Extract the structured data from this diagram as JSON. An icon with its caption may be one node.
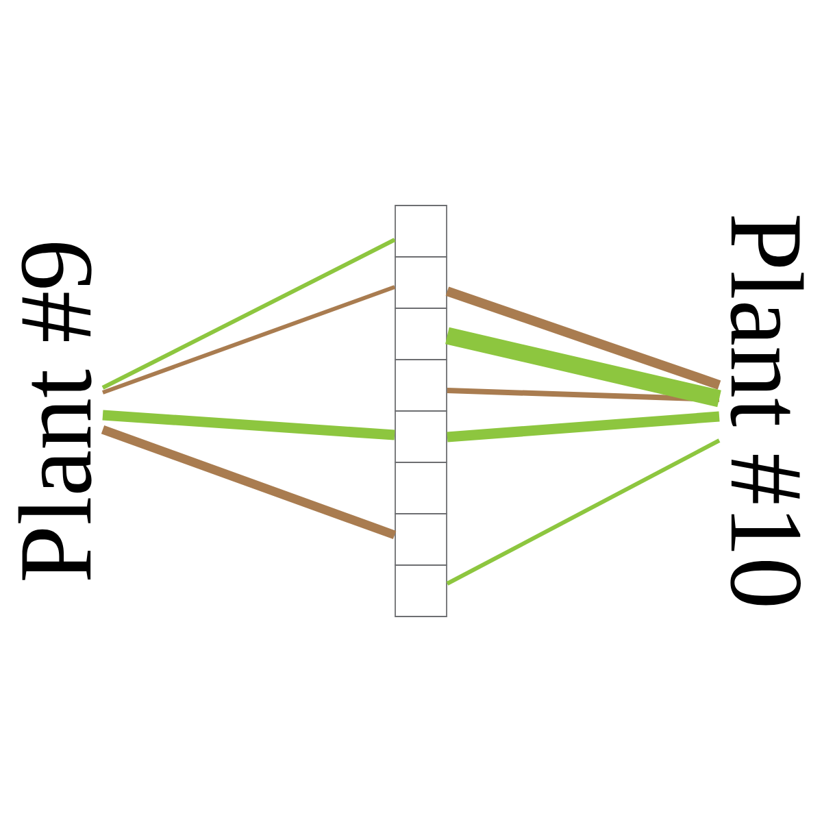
{
  "diagram": {
    "nodes": [
      {
        "text": [
          "Plant #9"
        ]
      },
      {
        "text": [],
        "shape": "box"
      },
      {
        "text": [],
        "shape": "box"
      },
      {
        "text": [],
        "shape": "box"
      },
      {
        "text": [],
        "shape": "box"
      },
      {
        "text": [],
        "shape": "box"
      },
      {
        "text": [],
        "shape": "box"
      },
      {
        "text": [],
        "shape": "box"
      },
      {
        "text": [],
        "shape": "box"
      },
      {
        "text": [
          "Plant #10"
        ]
      }
    ],
    "edges": [
      {
        "from": 0,
        "to": 1,
        "arrow": "none"
      },
      {
        "from": 0,
        "to": 2,
        "arrow": "none",
        "color": "#a97c50"
      },
      {
        "from": 0,
        "to": 5,
        "arrow": "none"
      },
      {
        "from": 0,
        "to": 7,
        "arrow": "none",
        "color": "#a97c50"
      },
      {
        "from": 2,
        "to": 9,
        "arrow": "none",
        "color": "#a97c50"
      },
      {
        "from": 3,
        "to": 9,
        "arrow": "none",
        "style": "thick"
      },
      {
        "from": 4,
        "to": 9,
        "arrow": "none",
        "color": "#a97c50"
      },
      {
        "from": 5,
        "to": 9,
        "arrow": "none"
      },
      {
        "from": 8,
        "to": 9,
        "arrow": "none"
      }
    ]
  }
}
